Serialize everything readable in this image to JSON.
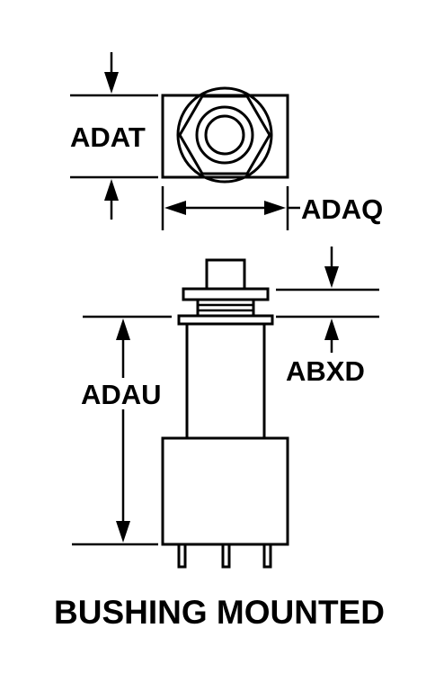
{
  "labels": {
    "adat": "ADAT",
    "adaq": "ADAQ",
    "adau": "ADAU",
    "abxd": "ABXD"
  },
  "caption": "BUSHING MOUNTED",
  "colors": {
    "ink": "#000000",
    "background": "#ffffff"
  }
}
